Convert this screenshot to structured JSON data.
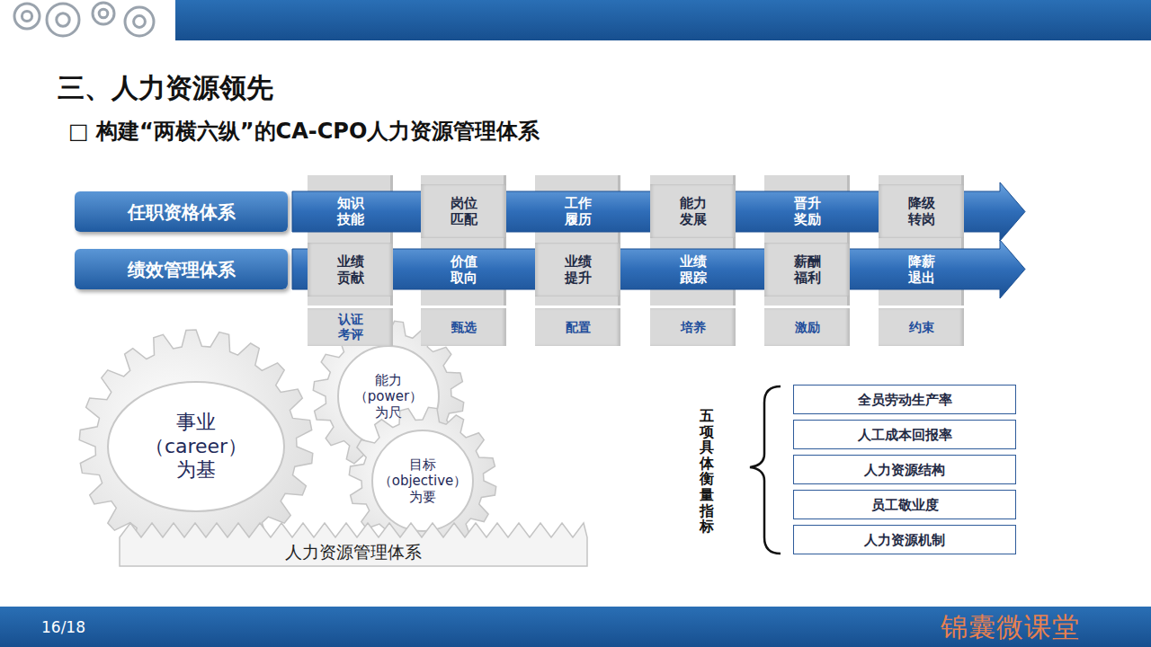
{
  "diagram": {
    "title": "三、人力资源领先",
    "nodes": [
      {
        "text": [
          "任职资格体系"
        ]
      },
      {
        "text": [
          "知识 技能"
        ]
      },
      {
        "text": [
          "岗位 匹配"
        ]
      },
      {
        "text": [
          "工作 履历"
        ]
      },
      {
        "text": [
          "能力 发展"
        ]
      },
      {
        "text": [
          "晋升 奖励"
        ]
      },
      {
        "text": [
          "降级 转岗"
        ]
      },
      {
        "text": [
          "绩效管理体系"
        ]
      },
      {
        "text": [
          "业绩 贡献"
        ]
      },
      {
        "text": [
          "价值 取向"
        ]
      },
      {
        "text": [
          "业绩 提升"
        ]
      },
      {
        "text": [
          "业绩 跟踪"
        ]
      },
      {
        "text": [
          "薪酬 福利"
        ]
      },
      {
        "text": [
          "降薪 退出"
        ]
      },
      {
        "text": [
          "认证 考评"
        ]
      },
      {
        "text": [
          "甄选"
        ]
      },
      {
        "text": [
          "配置"
        ]
      },
      {
        "text": [
          "培养"
        ]
      },
      {
        "text": [
          "激励"
        ]
      },
      {
        "text": [
          "约束"
        ]
      },
      {
        "text": [
          "事业 （career） 为基"
        ]
      },
      {
        "text": [
          "能力 （power） 为尺"
        ]
      },
      {
        "text": [
          "目标 （objective） 为要"
        ]
      },
      {
        "text": [
          "人力资源管理体系"
        ]
      },
      {
        "text": [
          "全员劳动生产率"
        ]
      },
      {
        "text": [
          "人工成本回报率"
        ]
      },
      {
        "text": [
          "人力资源结构"
        ]
      },
      {
        "text": [
          "员工敬业度"
        ]
      },
      {
        "text": [
          "人力资源机制"
        ]
      }
    ],
    "labels": [
      "□ 构建“两横六纵”的CA-CPO人力资源管理体系",
      "五项具体衡量指标",
      "16/18",
      "锦囊微课堂"
    ]
  }
}
